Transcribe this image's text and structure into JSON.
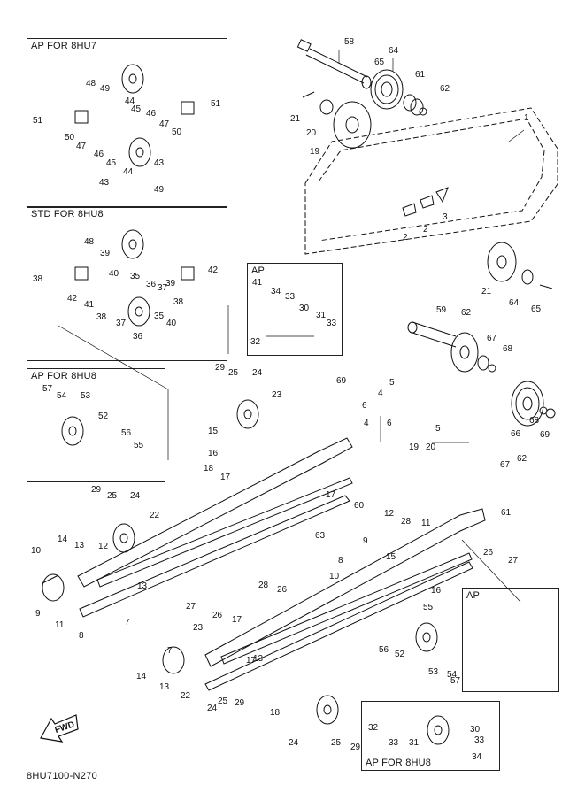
{
  "diagram_code": "8HU7100-N270",
  "fwd_label": "FWD",
  "boxes": [
    {
      "title": "AP FOR 8HU7"
    },
    {
      "title": "STD FOR 8HU8"
    },
    {
      "title": "AP FOR 8HU8"
    },
    {
      "title": "AP"
    },
    {
      "title": "AP"
    },
    {
      "title": "AP FOR 8HU8"
    }
  ],
  "callouts": [
    "58",
    "64",
    "65",
    "61",
    "62",
    "21",
    "20",
    "19",
    "1",
    "3",
    "2",
    "2",
    "48",
    "49",
    "44",
    "45",
    "46",
    "47",
    "50",
    "51",
    "51",
    "50",
    "47",
    "46",
    "45",
    "44",
    "43",
    "43",
    "49",
    "48",
    "39",
    "40",
    "35",
    "36",
    "37",
    "38",
    "42",
    "42",
    "41",
    "38",
    "37",
    "36",
    "35",
    "40",
    "39",
    "38",
    "41",
    "34",
    "33",
    "30",
    "31",
    "33",
    "32",
    "57",
    "54",
    "53",
    "52",
    "56",
    "55",
    "29",
    "25",
    "24",
    "23",
    "15",
    "16",
    "18",
    "17",
    "29",
    "25",
    "24",
    "22",
    "14",
    "13",
    "12",
    "10",
    "9",
    "11",
    "8",
    "7",
    "13",
    "27",
    "26",
    "28",
    "26",
    "17",
    "60",
    "63",
    "59",
    "62",
    "67",
    "68",
    "69",
    "4",
    "5",
    "6",
    "4",
    "6",
    "5",
    "19",
    "20",
    "21",
    "64",
    "65",
    "66",
    "68",
    "69",
    "67",
    "62",
    "61",
    "26",
    "27",
    "12",
    "28",
    "15",
    "16",
    "17",
    "13",
    "11",
    "9",
    "10",
    "8",
    "7",
    "14",
    "13",
    "22",
    "24",
    "25",
    "29",
    "23",
    "17",
    "18",
    "24",
    "25",
    "29",
    "55",
    "56",
    "52",
    "53",
    "54",
    "57",
    "32",
    "33",
    "31",
    "30",
    "33",
    "34"
  ]
}
